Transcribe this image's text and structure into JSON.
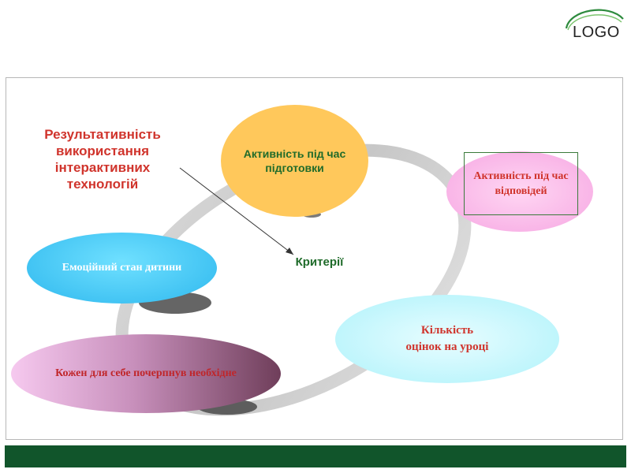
{
  "logo": {
    "text": "LOGO"
  },
  "diagram": {
    "title": "Результативність використання інтерактивних технологій",
    "center": "Критерії",
    "nodes": {
      "prep": "Активність під час підготовки",
      "answers": "Активність під час відповідей",
      "emotion": "Емоційний стан дитини",
      "grades": "Кількість оцінок на уроці",
      "each": "Кожен для себе почерпнув необхідне"
    }
  },
  "colors": {
    "title": "#d0342c",
    "center": "#1f6b2a",
    "footer": "#11552b",
    "prep_fill": "#ffc85b",
    "answers_fill": "#f6a7e2",
    "emotion_fill": "#2fb8ee",
    "grades_fill": "#aef2fb"
  }
}
